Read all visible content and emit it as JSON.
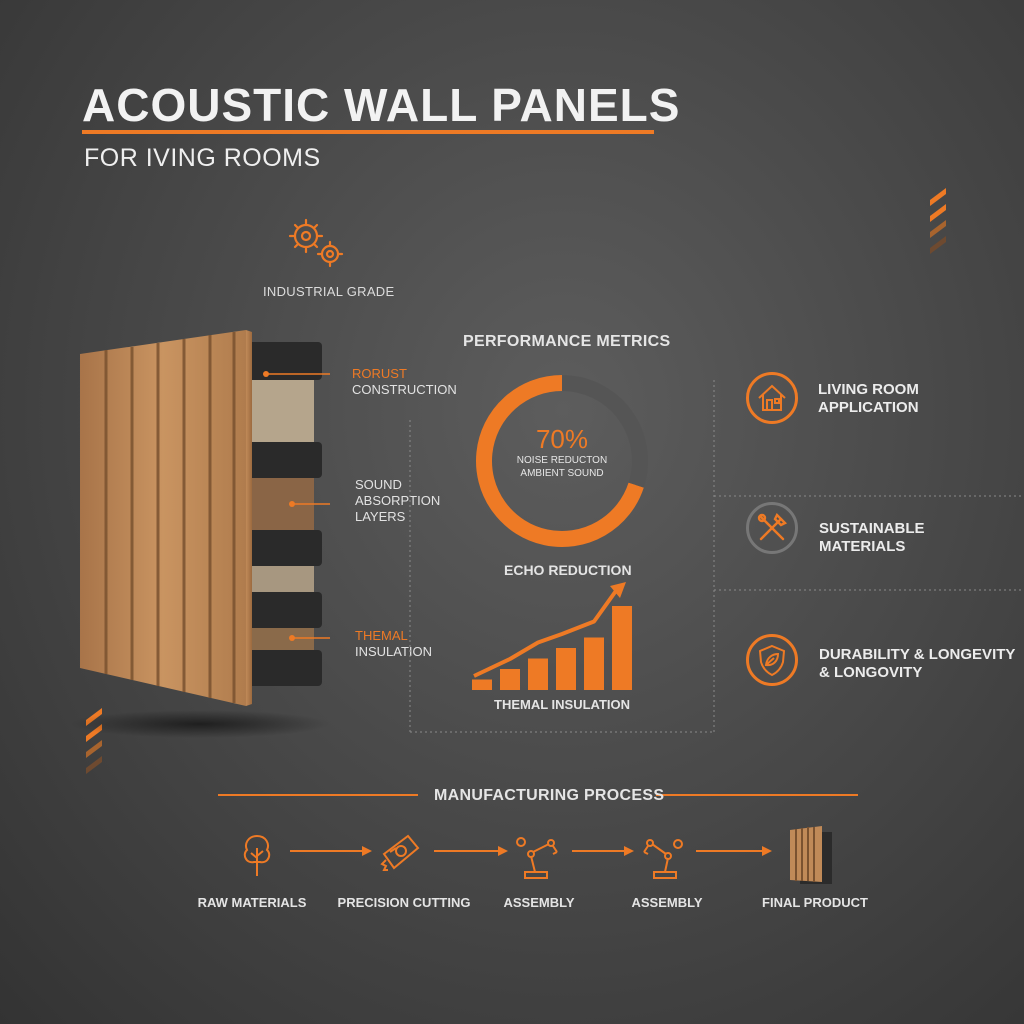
{
  "header": {
    "title": "ACOUSTIC WALL PANELS",
    "subtitle": "FOR IVING ROOMS"
  },
  "badge": {
    "icon": "gears-icon",
    "label": "INDUSTRIAL GRADE"
  },
  "panel_callouts": {
    "robust_line1": "RORUST",
    "robust_line2": "CONSTRUCTION",
    "sound_line1": "SOUND",
    "sound_line2": "ABSORPTION",
    "sound_line3": "LAYERS",
    "thermal_line1": "THEMAL",
    "thermal_line2": "INSULATION"
  },
  "metrics": {
    "title": "PERFORMANCE METRICS",
    "donut_value": "70%",
    "donut_label1": "NOISE REDUCTON",
    "donut_label2": "AMBIENT SOUND",
    "echo_label": "ECHO REDUCTION",
    "bar_label": "THEMAL INSULATION"
  },
  "chart_data": [
    {
      "type": "pie",
      "values": [
        70,
        30
      ],
      "categories": [
        "NOISE REDUCTON",
        ""
      ],
      "colors": [
        "#ee7a25",
        "#555555"
      ]
    },
    {
      "type": "bar",
      "categories": [
        "",
        "",
        "",
        "",
        "",
        ""
      ],
      "values": [
        1,
        2,
        3,
        4,
        5,
        8
      ],
      "ylabel": "",
      "xlabel": "THEMAL INSULATION"
    }
  ],
  "features": [
    {
      "icon": "house-icon",
      "line1": "LIVING ROOM",
      "line2": "APPLICATION"
    },
    {
      "icon": "tools-icon",
      "line1": "SUSTAINABLE",
      "line2": "MATERIALS"
    },
    {
      "icon": "shield-leaf-icon",
      "line1": "DURABILITY & LONGEVITY",
      "line2": "& LONGOVITY"
    }
  ],
  "process": {
    "title": "MANUFACTURING PROCESS",
    "steps": [
      {
        "icon": "tree-icon",
        "label": "RAW MATERIALS"
      },
      {
        "icon": "saw-blade-icon",
        "label": "PRECISION CUTTING"
      },
      {
        "icon": "robot-arm-icon",
        "label": "ASSEMBLY"
      },
      {
        "icon": "robot-arm-icon",
        "label": "ASSEMBLY"
      },
      {
        "icon": "panel-icon",
        "label": "FINAL PRODUCT"
      }
    ]
  },
  "colors": {
    "accent": "#ee7a25",
    "background": "#4a4a4a",
    "wood": "#c08a58",
    "foam": "#2b2b2b"
  }
}
